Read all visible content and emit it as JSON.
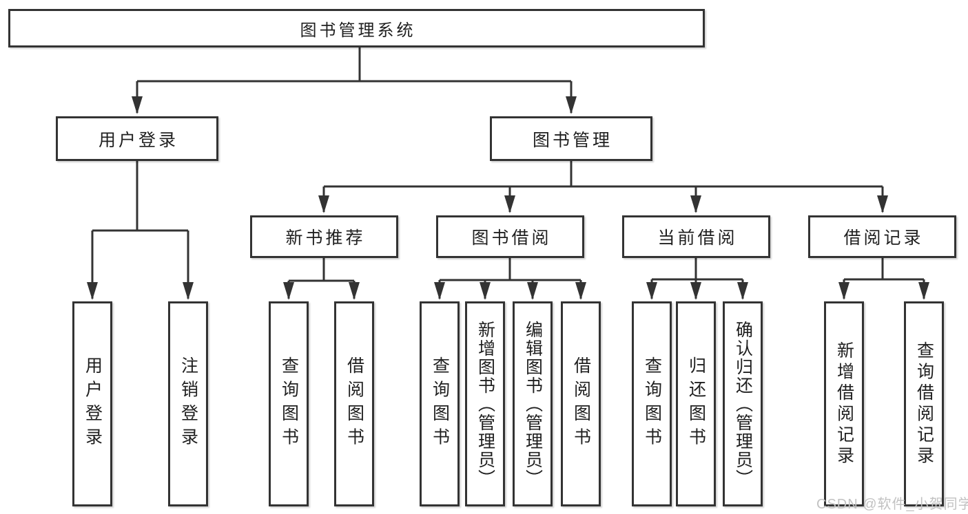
{
  "diagram": {
    "root": "图书管理系统",
    "level2": [
      "用户登录",
      "图书管理"
    ],
    "level3": [
      "新书推荐",
      "图书借阅",
      "当前借阅",
      "借阅记录"
    ],
    "leaves": {
      "user_login": [
        "用户登录",
        "注销登录"
      ],
      "new_book": [
        "查询图书",
        "借阅图书"
      ],
      "book_borrow": [
        "查询图书",
        "新增图书（管理员）",
        "编辑图书（管理员）",
        "借阅图书"
      ],
      "current_borrow": [
        "查询图书",
        "归还图书",
        "确认归还（管理员）"
      ],
      "borrow_records": [
        "新增借阅记录",
        "查询借阅记录"
      ]
    }
  },
  "watermark": "CSDN @软件_小贺同学",
  "colors": {
    "line": "#333333",
    "text": "#1f1f1f",
    "box_fill": "#ffffff",
    "watermark": "#c2c2c2",
    "background": "#ffffff"
  }
}
